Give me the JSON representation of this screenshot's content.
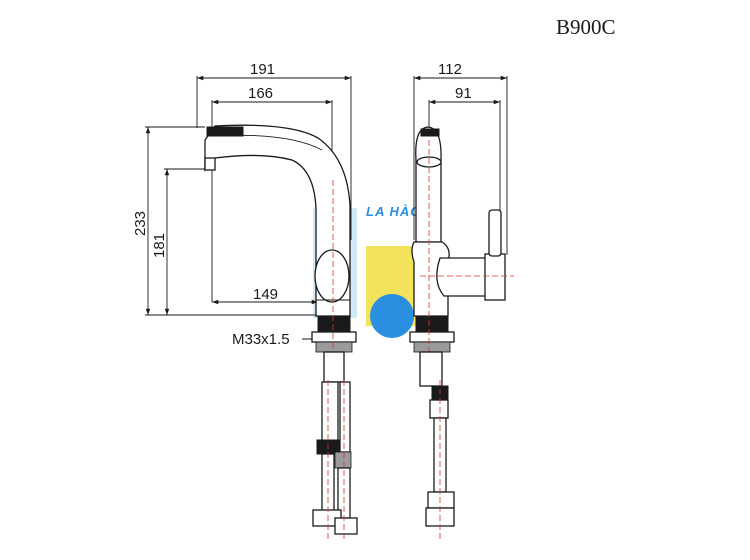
{
  "drawing": {
    "model_code": "B900C",
    "watermark": "LA HÀO",
    "colors": {
      "outline": "#1a1a1a",
      "center_line": "#e03030",
      "watermark_blue": "#2a8fe0",
      "watermark_yellow": "#f2e35a",
      "watermark_cyan": "#cfe9f7"
    }
  },
  "dimensions": {
    "side_view": {
      "overall_width": "191",
      "spout_reach": "166",
      "overall_height": "233",
      "spout_height": "181",
      "handle_reach": "149",
      "thread": "M33x1.5"
    },
    "front_view": {
      "overall_depth": "112",
      "handle_depth": "91"
    }
  }
}
